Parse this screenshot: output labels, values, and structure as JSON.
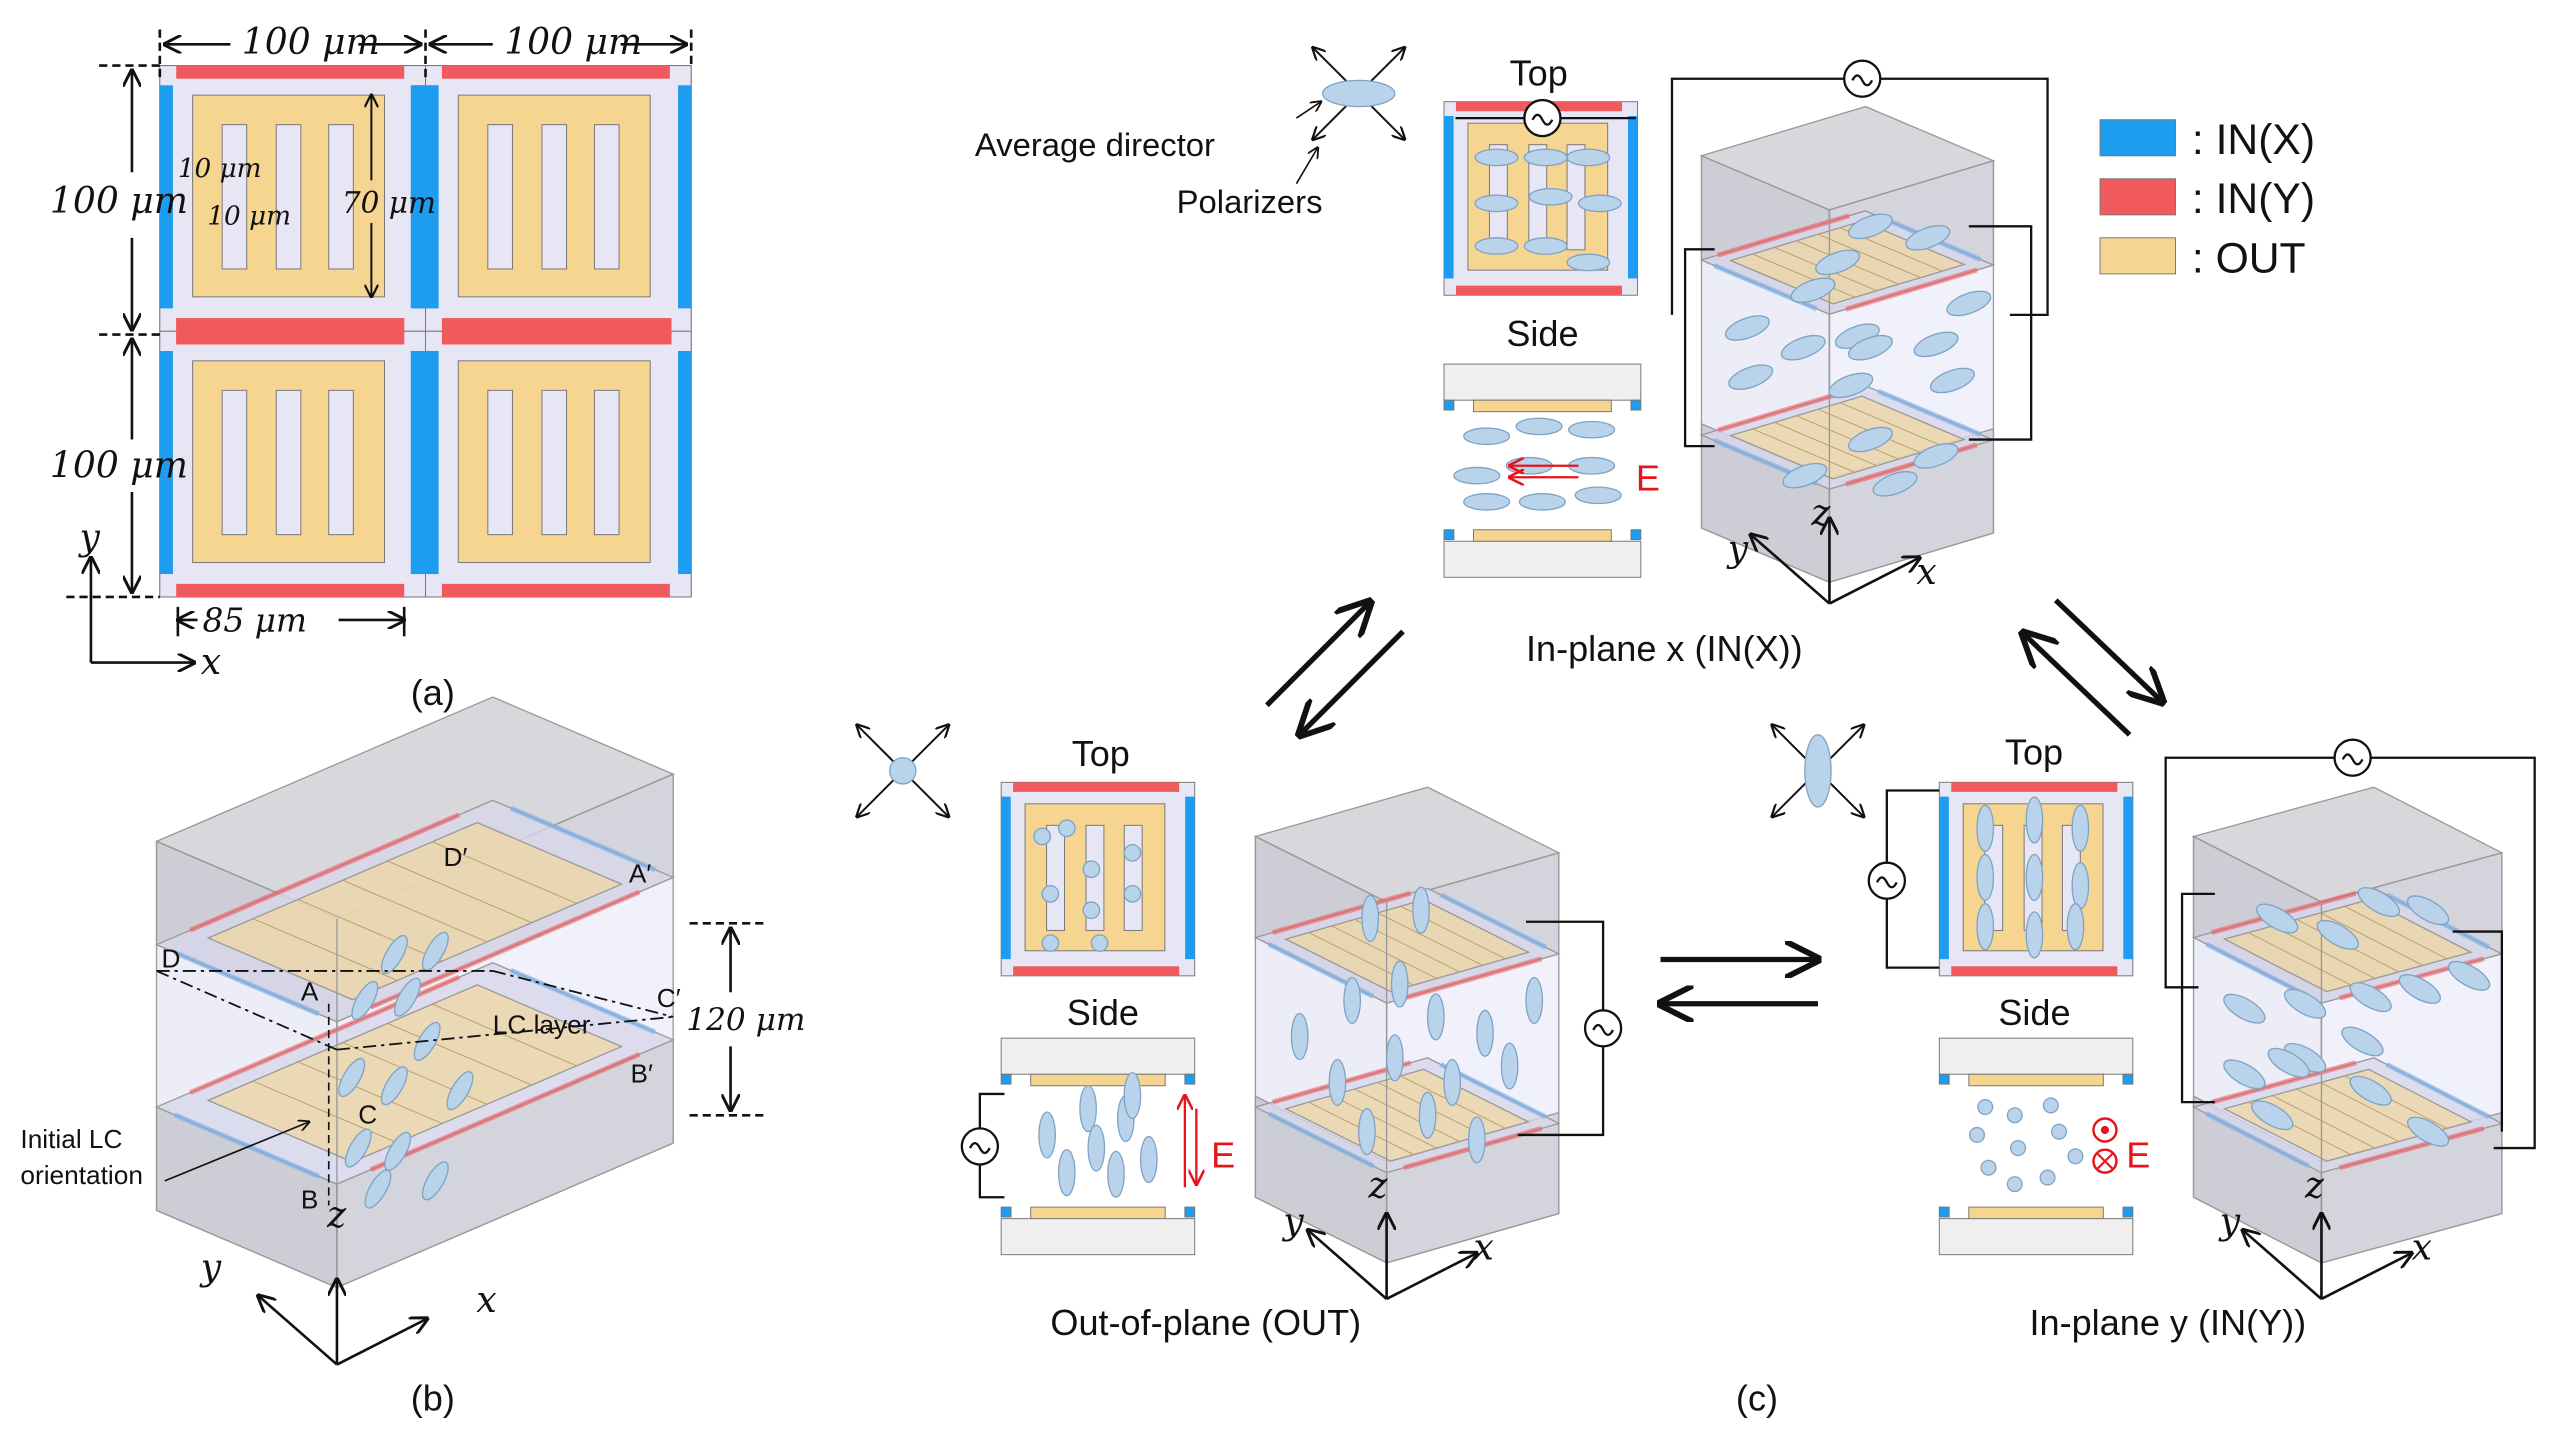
{
  "colors": {
    "in_x": "#1e9cf0",
    "in_y": "#f05a5f",
    "out": "#f5d590",
    "substrate": "#e6e6f4",
    "lc": "#b9d3ea",
    "field": "#e8141b"
  },
  "panel_a": {
    "width_1": "100 μm",
    "width_2": "100 μm",
    "height_1": "100 μm",
    "height_2": "100 μm",
    "gap_1": "10 μm",
    "gap_2": "10 μm",
    "inner_height": "70 μm",
    "pad_width": "85 μm",
    "axis_x": "x",
    "axis_y": "y",
    "caption": "(a)"
  },
  "panel_b": {
    "labels": {
      "d_prime": "D′",
      "a_prime": "A′",
      "d": "D",
      "a": "A",
      "c_prime": "C′",
      "b_prime": "B′",
      "c": "C",
      "b": "B"
    },
    "lc_layer": "LC layer",
    "thickness": "120 μm",
    "initial_line1": "Initial LC",
    "initial_line2": "orientation",
    "axis_x": "x",
    "axis_y": "y",
    "axis_z": "z",
    "caption": "(b)"
  },
  "panel_c": {
    "caption": "(c)",
    "average_director": "Average director",
    "polarizers": "Polarizers",
    "legend": [
      {
        "label": ": IN(X)",
        "color": "#1e9cf0"
      },
      {
        "label": ": IN(Y)",
        "color": "#f05a5f"
      },
      {
        "label": ": OUT",
        "color": "#f5d590"
      }
    ],
    "in_x": {
      "top": "Top",
      "side": "Side",
      "field": "E",
      "title": "In-plane x (IN(X))",
      "axis_x": "x",
      "axis_y": "y",
      "axis_z": "z",
      "ac_source": "~"
    },
    "out": {
      "top": "Top",
      "side": "Side",
      "field": "E",
      "title": "Out-of-plane (OUT)",
      "axis_x": "x",
      "axis_y": "y",
      "axis_z": "z",
      "ac_source": "~"
    },
    "in_y": {
      "top": "Top",
      "side": "Side",
      "field": "E",
      "title": "In-plane y (IN(Y))",
      "axis_x": "x",
      "axis_y": "y",
      "axis_z": "z",
      "ac_source": "~"
    }
  }
}
